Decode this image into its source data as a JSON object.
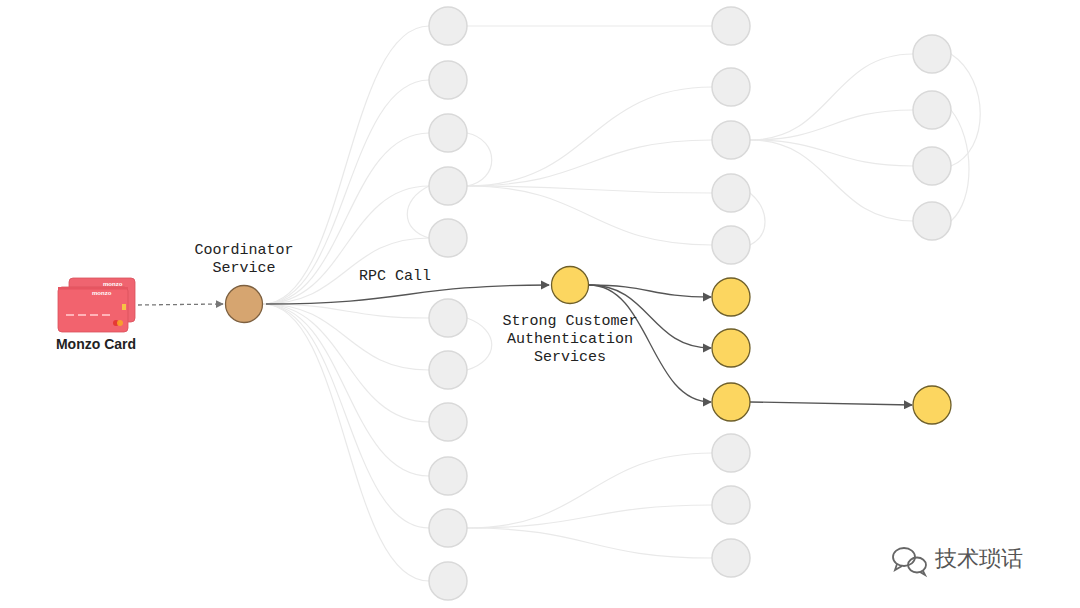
{
  "diagram": {
    "nodes": [
      {
        "text": [
          "Monzo Card"
        ]
      },
      {
        "text": [
          "Coordinator Service"
        ]
      },
      {
        "text": [
          "Strong Customer Authentication Services"
        ]
      }
    ],
    "edges": [
      {
        "from": 0,
        "to": 1,
        "arrow": "to"
      },
      {
        "from": 1,
        "to": 2,
        "arrow": "to",
        "label": "RPC Call"
      }
    ],
    "labels": [
      "monzo",
      "monzo",
      "技术琐话"
    ]
  }
}
